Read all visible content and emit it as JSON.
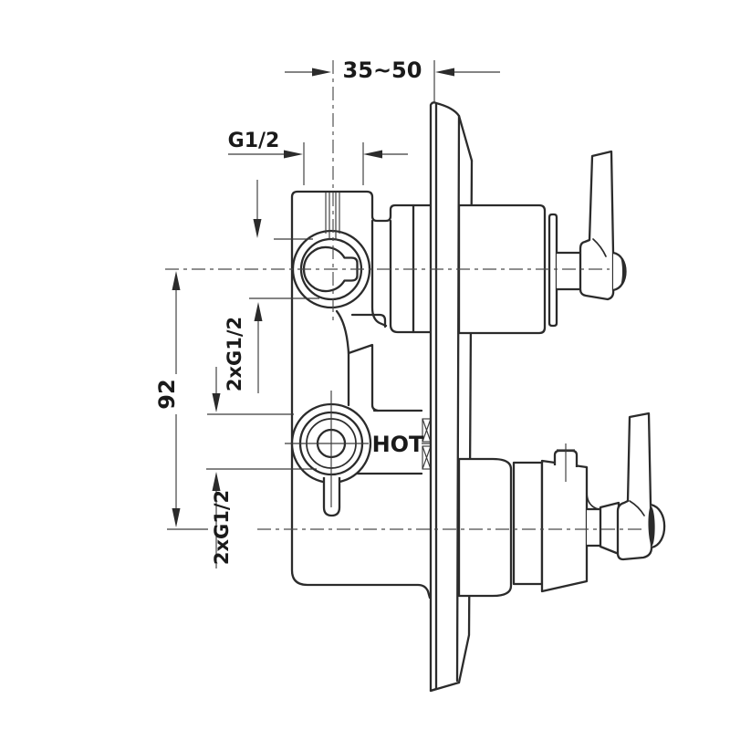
{
  "labels": {
    "depth_range": "35~50",
    "top_port_thread": "G1/2",
    "upper_ports_thread": "2xG1/2",
    "center_distance": "92",
    "lower_ports_thread": "2xG1/2",
    "hot_inlet": "HOT"
  },
  "colors": {
    "background": "#ffffff",
    "line": "#2b2b2b",
    "centerline": "#4a4a4a",
    "text": "#1a1a1a",
    "shade": "#333333"
  }
}
